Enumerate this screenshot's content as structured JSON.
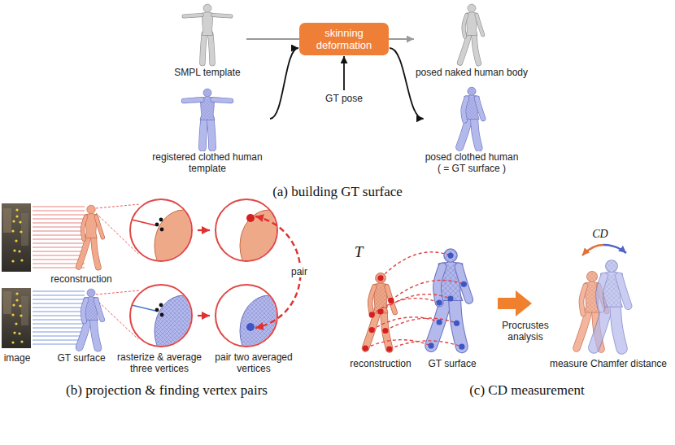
{
  "diagram": {
    "nodes": [
      {
        "text": [
          "SMPL template"
        ]
      },
      {
        "text": [
          "registered clothed human template"
        ]
      },
      {
        "text": [
          "skinning deformation"
        ]
      },
      {
        "text": [
          "posed naked human body"
        ]
      },
      {
        "text": [
          "posed clothed human",
          "( = GT surface )"
        ]
      }
    ],
    "edges": [
      {
        "from": 0,
        "to": 2,
        "arrow": "none"
      },
      {
        "from": 2,
        "to": 3,
        "arrow": "to"
      },
      {
        "from": 1,
        "to": 2,
        "arrow": "to"
      },
      {
        "from": 2,
        "to": 4,
        "arrow": "to"
      }
    ],
    "labels": [
      "GT pose",
      "(a) building GT surface",
      "reconstruction",
      "GT surface",
      "image",
      "rasterize & average three vertices",
      "pair two averaged vertices",
      "pair",
      "(b) projection & finding vertex pairs",
      "T",
      "reconstruction",
      "GT surface",
      "Procrustes analysis",
      "CD",
      "measure Chamfer distance",
      "(c) CD measurement"
    ]
  }
}
